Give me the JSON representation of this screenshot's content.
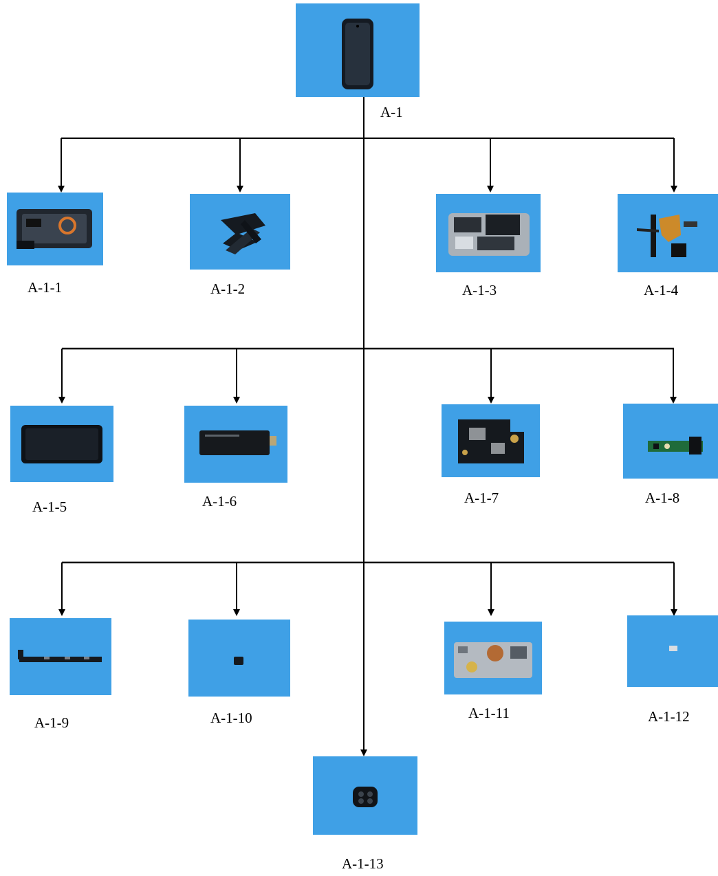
{
  "root": {
    "label": "A-1",
    "icon": "smartphone-front"
  },
  "parts": [
    {
      "label": "A-1-1",
      "icon": "rear-housing-assembly"
    },
    {
      "label": "A-1-2",
      "icon": "cables-and-brackets"
    },
    {
      "label": "A-1-3",
      "icon": "midframe-shields"
    },
    {
      "label": "A-1-4",
      "icon": "flex-cables-camera"
    },
    {
      "label": "A-1-5",
      "icon": "display-panel"
    },
    {
      "label": "A-1-6",
      "icon": "battery"
    },
    {
      "label": "A-1-7",
      "icon": "main-board"
    },
    {
      "label": "A-1-8",
      "icon": "usb-sub-board"
    },
    {
      "label": "A-1-9",
      "icon": "key-flex-strip"
    },
    {
      "label": "A-1-10",
      "icon": "small-component"
    },
    {
      "label": "A-1-11",
      "icon": "midframe-with-speaker"
    },
    {
      "label": "A-1-12",
      "icon": "tiny-chip"
    },
    {
      "label": "A-1-13",
      "icon": "camera-lens-cover"
    }
  ],
  "colors": {
    "photo_background": "#3fa0e6",
    "line": "#000000",
    "label": "#000000"
  }
}
